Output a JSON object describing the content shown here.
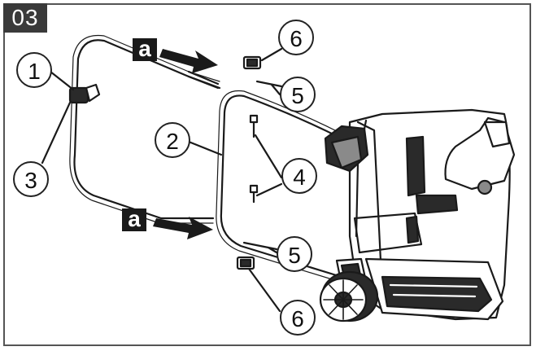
{
  "step_number": "03",
  "arrow_label": "a",
  "callouts": {
    "handle_upper": "1",
    "handle_lower": "2",
    "knob": "3",
    "bolts": "4",
    "washer_top": "5",
    "washer_bottom": "5",
    "nut_top": "6",
    "nut_bottom": "6"
  },
  "colors": {
    "line": "#1a1a1a",
    "fill_dark": "#2a2a2a",
    "fill_mid": "#8a8a8a",
    "frame": "#555555"
  }
}
